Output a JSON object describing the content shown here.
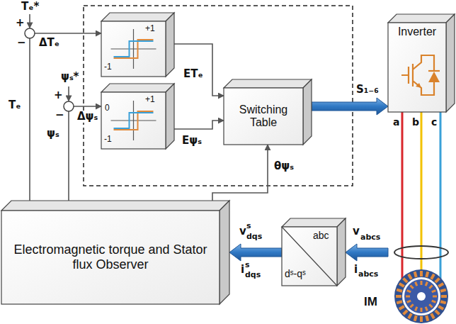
{
  "diagram": {
    "nodes": [
      {
        "text": [
          "+1",
          "-1"
        ]
      },
      {
        "text": [
          "+1",
          "0",
          "-1"
        ]
      },
      {
        "text": [
          "Switching Table"
        ]
      },
      {
        "text": [
          "Inverter"
        ]
      },
      {
        "text": [
          "abc",
          "dˢ-qˢ"
        ]
      },
      {
        "text": [
          "Electromagnetic torque and Stator flux Observer"
        ]
      },
      {
        "text": [
          "IM"
        ]
      }
    ],
    "edges": [
      {
        "from": 0,
        "to": 2,
        "arrow": "to",
        "label": "ETₑ"
      },
      {
        "from": 1,
        "to": 2,
        "arrow": "to",
        "label": "Eψₛ"
      },
      {
        "from": 5,
        "to": 2,
        "arrow": "to",
        "label": "θψₛ"
      },
      {
        "from": 2,
        "to": 3,
        "arrow": "to",
        "label": "S₁₋₆"
      },
      {
        "from": 3,
        "to": 6,
        "arrow": "none",
        "label": "a"
      },
      {
        "from": 3,
        "to": 6,
        "arrow": "none",
        "label": "b"
      },
      {
        "from": 3,
        "to": 6,
        "arrow": "none",
        "label": "c"
      },
      {
        "from": 6,
        "to": 4,
        "arrow": "to"
      },
      {
        "from": 4,
        "to": 5,
        "arrow": "to"
      },
      {
        "from": 5,
        "to": 0,
        "arrow": "to",
        "label": "ΔTₑ"
      },
      {
        "from": 5,
        "to": 1,
        "arrow": "to",
        "label": "Δψₛ"
      }
    ],
    "labels": [
      "Tₑ*",
      "+",
      "−",
      "Tₑ",
      "ψₛ*",
      "+",
      "−",
      "ψₛ",
      "v",
      "abcs",
      "i",
      "abcs",
      "v",
      "s",
      "dqs",
      "i",
      "s",
      "dqs"
    ]
  }
}
